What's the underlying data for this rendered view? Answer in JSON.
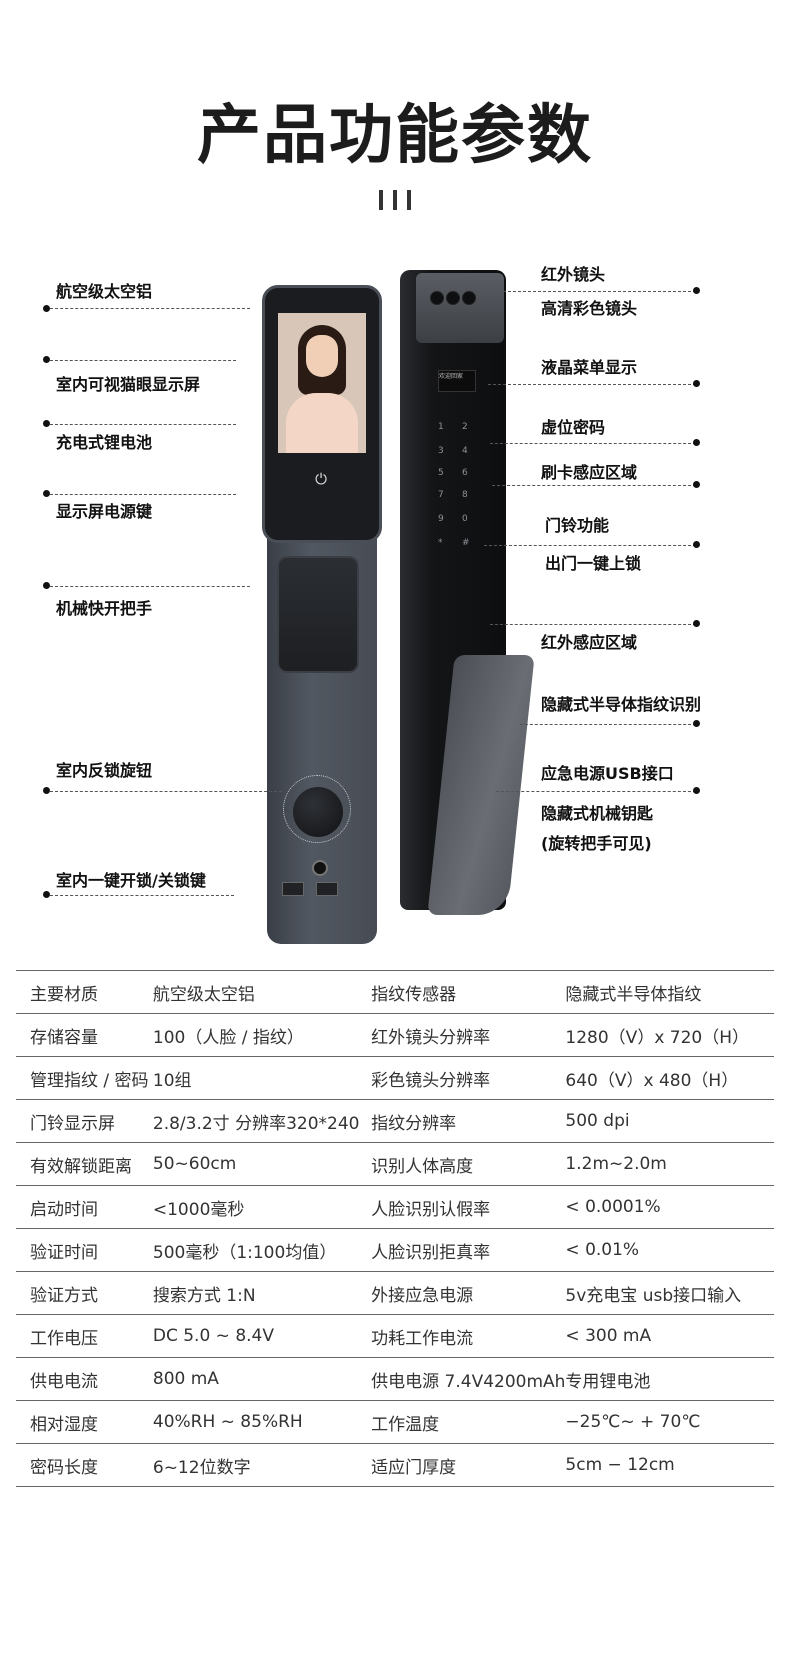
{
  "header": {
    "title": "产品功能参数"
  },
  "left_labels": [
    "航空级太空铝",
    "室内可视猫眼显示屏",
    "充电式锂电池",
    "显示屏电源键",
    "机械快开把手",
    "室内反锁旋钮",
    "室内一键开锁/关锁键"
  ],
  "right_labels": [
    "红外镜头",
    "高清彩色镜头",
    "液晶菜单显示",
    "虚位密码",
    "刷卡感应区域",
    "门铃功能",
    "出门一键上锁",
    "红外感应区域",
    "隐藏式半导体指纹识别",
    "应急电源USB接口",
    "隐藏式机械钥匙",
    "(旋转把手可见)"
  ],
  "device": {
    "power_icon": "power-icon",
    "lcd_text": "欢迎回家",
    "keypad": [
      "1",
      "2",
      "3",
      "4",
      "5",
      "6",
      "7",
      "8",
      "9",
      "0",
      "*",
      "#"
    ]
  },
  "specs": [
    [
      "主要材质",
      "航空级太空铝",
      "指纹传感器",
      "隐藏式半导体指纹"
    ],
    [
      "存储容量",
      "100（人脸 / 指纹）",
      "红外镜头分辨率",
      "1280（V）x 720（H）"
    ],
    [
      "管理指纹 / 密码",
      "10组",
      "彩色镜头分辨率",
      "640（V）x 480（H）"
    ],
    [
      "门铃显示屏",
      "2.8/3.2寸 分辨率320*240",
      "指纹分辨率",
      "500 dpi"
    ],
    [
      "有效解锁距离",
      "50~60cm",
      "识别人体高度",
      "1.2m~2.0m"
    ],
    [
      "启动时间",
      "<1000毫秒",
      "人脸识别认假率",
      "< 0.0001%"
    ],
    [
      "验证时间",
      "500毫秒（1:100均值）",
      "人脸识别拒真率",
      "< 0.01%"
    ],
    [
      "验证方式",
      "搜索方式 1:N",
      "外接应急电源",
      "5v充电宝  usb接口输入"
    ],
    [
      "工作电压",
      "DC 5.0 ~ 8.4V",
      "功耗工作电流",
      "< 300 mA"
    ],
    [
      "供电电流",
      "800 mA",
      "供电电源 7.4V4200mAh",
      "专用锂电池"
    ],
    [
      "相对湿度",
      "40%RH ~ 85%RH",
      "工作温度",
      "−25℃~ + 70℃"
    ],
    [
      "密码长度",
      "6~12位数字",
      "适应门厚度",
      "5cm − 12cm"
    ]
  ]
}
